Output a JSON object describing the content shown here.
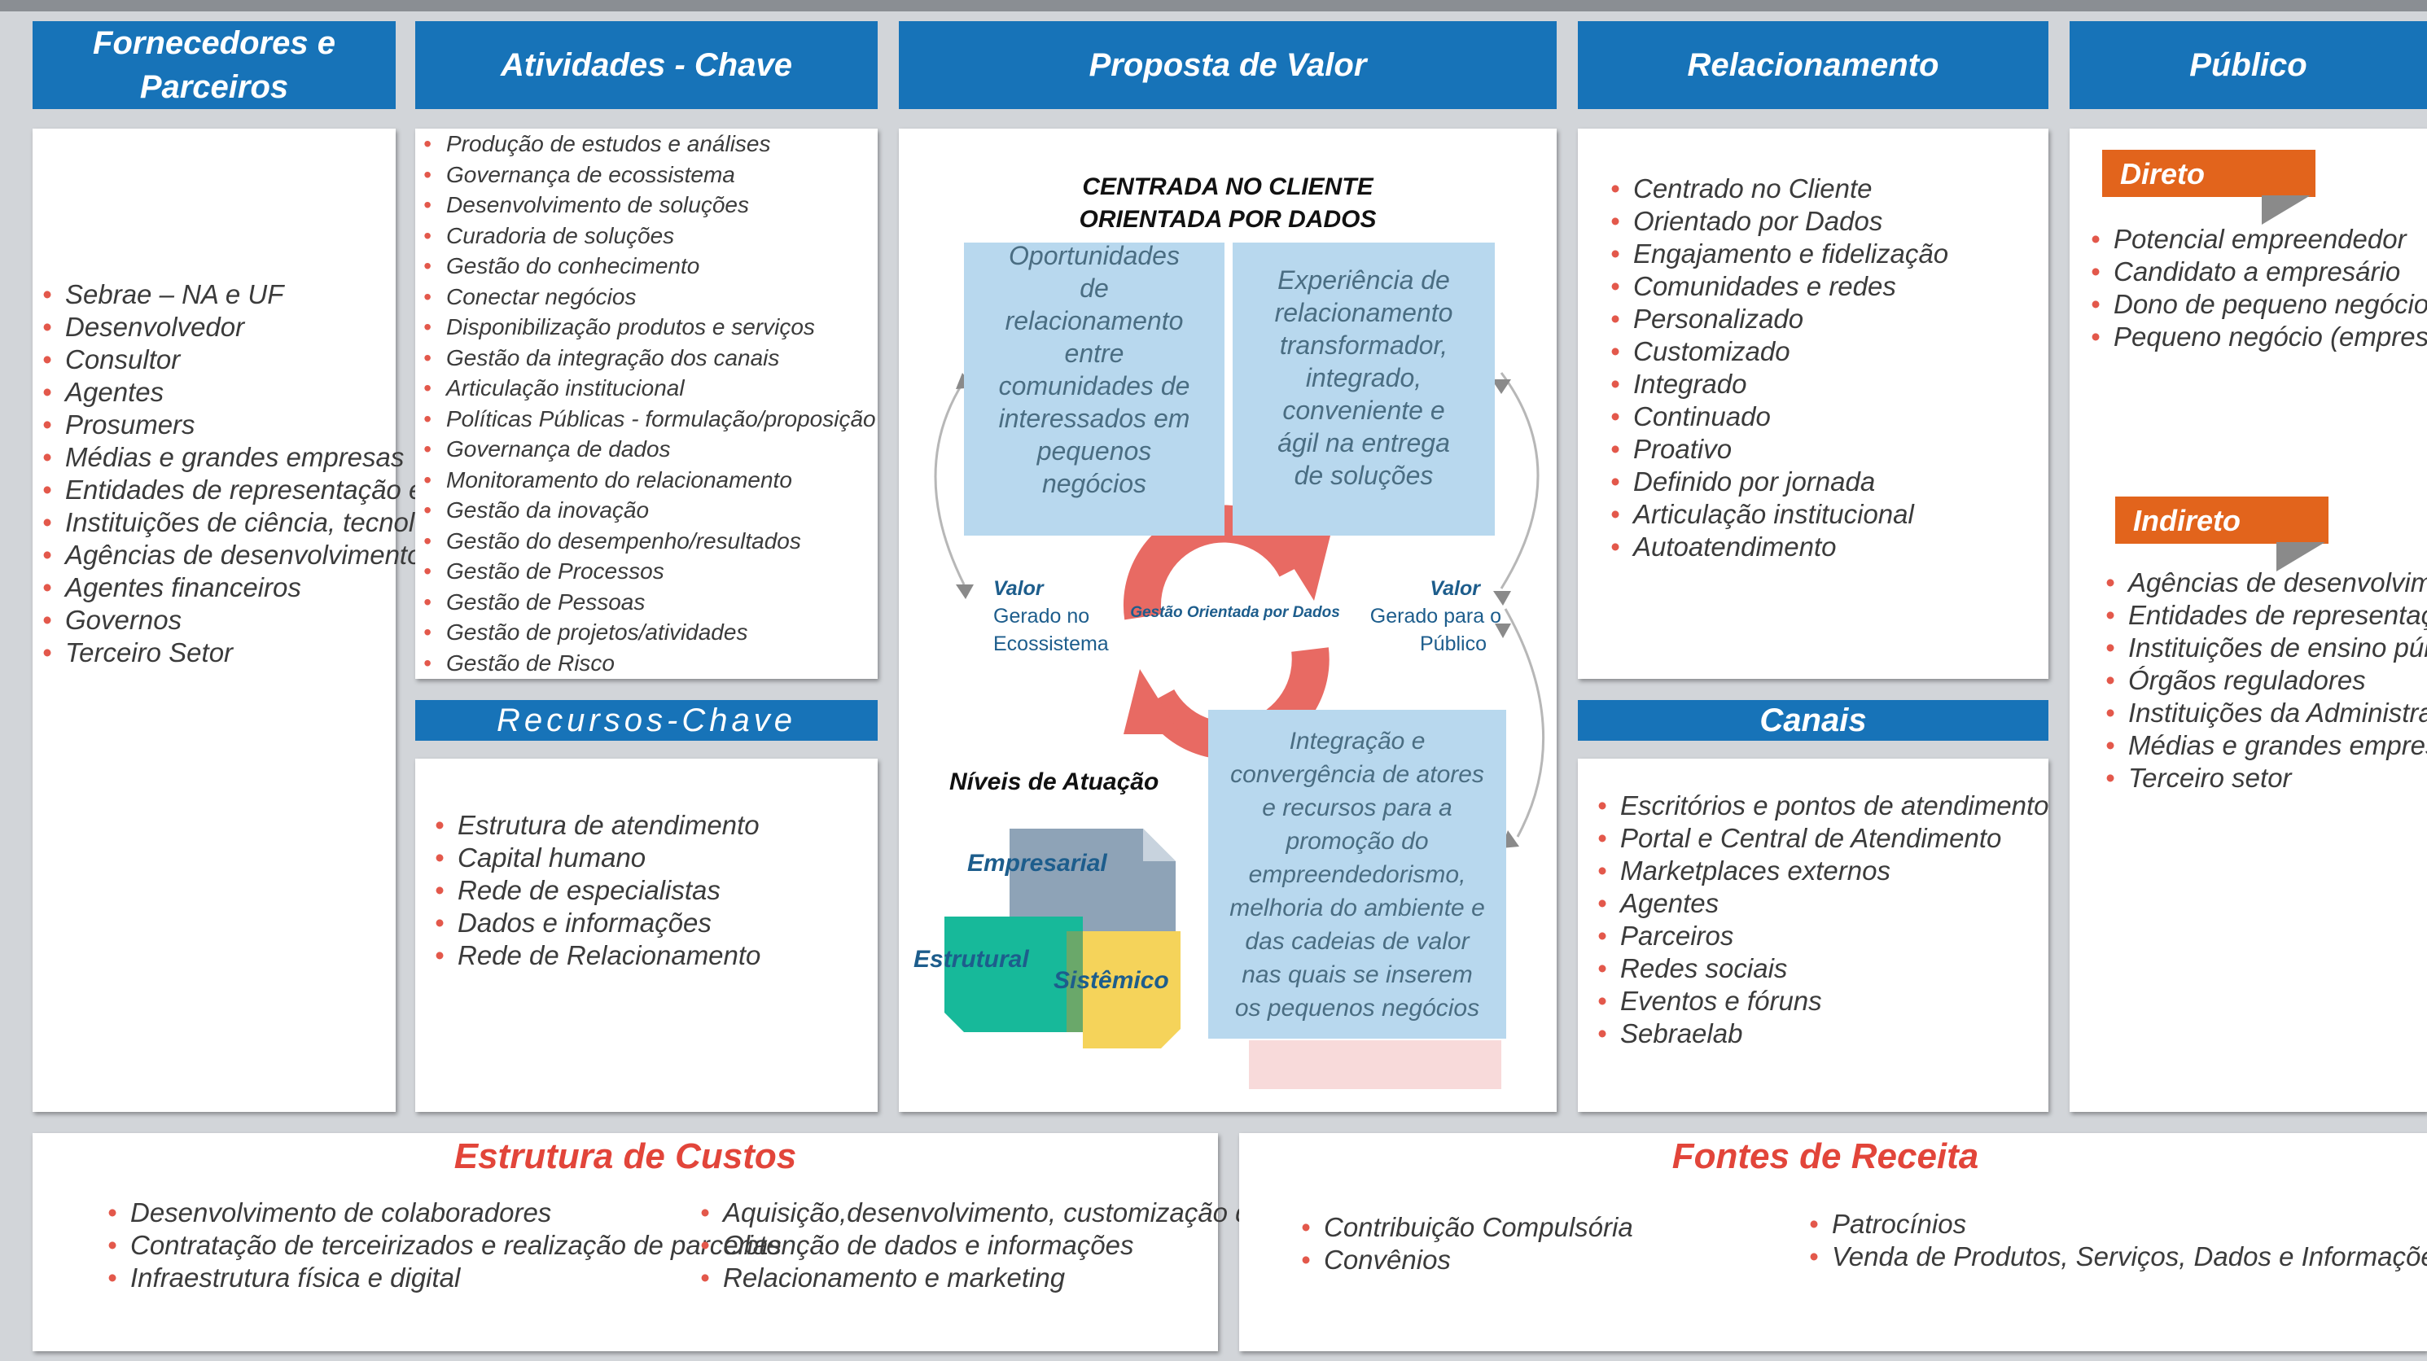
{
  "headers": {
    "fornecedores": [
      "Fornecedores e",
      "Parceiros"
    ],
    "atividades": "Atividades - Chave",
    "proposta": "Proposta de Valor",
    "relacionamento": "Relacionamento",
    "publico": "Público",
    "recursos": "Recursos-Chave",
    "canais": "Canais",
    "custos": "Estrutura de Custos",
    "receita": "Fontes de Receita"
  },
  "fornecedores_items": [
    "Sebrae – NA e UF",
    "Desenvolvedor",
    "Consultor",
    "Agentes",
    "Prosumers",
    "Médias e grandes empresas",
    "Entidades de representação e apoio empresarial",
    "Instituições de ciência, tecnologia, inovação e ensino",
    "Agências de desenvolvimento",
    "Agentes financeiros",
    "Governos",
    "Terceiro Setor"
  ],
  "atividades_items": [
    "Produção de estudos e análises",
    "Governança de ecossistema",
    "Desenvolvimento de soluções",
    "Curadoria de soluções",
    "Gestão do conhecimento",
    "Conectar negócios",
    "Disponibilização produtos e serviços",
    "Gestão da integração dos canais",
    "Articulação institucional",
    "Políticas Públicas - formulação/proposição",
    "Governança de dados",
    "Monitoramento do relacionamento",
    "Gestão da inovação",
    "Gestão do desempenho/resultados",
    "Gestão de Processos",
    "Gestão de Pessoas",
    "Gestão de projetos/atividades",
    "Gestão de Risco"
  ],
  "recursos_items": [
    "Estrutura de atendimento",
    "Capital humano",
    "Rede de especialistas",
    "Dados e informações",
    "Rede de Relacionamento"
  ],
  "proposta": {
    "centered_line1": "CENTRADA NO CLIENTE",
    "centered_line2": "ORIENTADA POR DADOS",
    "box_left": [
      "Oportunidades",
      "de",
      "relacionamento",
      "entre",
      "comunidades de",
      "interessados em",
      "pequenos",
      "negócios"
    ],
    "box_right": [
      "Experiência de",
      "relacionamento",
      "transformador,",
      "integrado,",
      "conveniente e",
      "ágil na entrega",
      "de soluções"
    ],
    "box_bottom": [
      "Integração e",
      "convergência de atores",
      "e recursos para a",
      "promoção do",
      "empreendedorismo,",
      "melhoria do ambiente e",
      "das cadeias de valor",
      "nas quais se inserem",
      "os pequenos negócios"
    ],
    "valor_left_label": "Valor",
    "valor_left_text": [
      "Gerado no",
      "Ecossistema"
    ],
    "valor_right_label": "Valor",
    "valor_right_text": [
      "Gerado para o",
      "Público"
    ],
    "cycle_label": "Gestão Orientada por Dados",
    "niveis_title": "Níveis de Atuação",
    "nivel_empresarial": "Empresarial",
    "nivel_estrutural": "Estrutural",
    "nivel_sistemico": "Sistêmico"
  },
  "relacionamento_items": [
    "Centrado no Cliente",
    "Orientado por Dados",
    "Engajamento e fidelização",
    "Comunidades e redes",
    "Personalizado",
    "Customizado",
    "Integrado",
    "Continuado",
    "Proativo",
    "Definido por jornada",
    "Articulação institucional",
    "Autoatendimento"
  ],
  "canais_items": [
    "Escritórios e pontos de atendimento",
    "Portal e Central de Atendimento",
    "Marketplaces externos",
    "Agentes",
    "Parceiros",
    "Redes sociais",
    "Eventos e fóruns",
    "Sebraelab"
  ],
  "publico": {
    "direto_label": "Direto",
    "direto_items": [
      "Potencial empreendedor",
      "Candidato a empresário",
      "Dono de pequeno negócio",
      "Pequeno negócio (empresas, artesãos e produtores rurais)"
    ],
    "indireto_label": "Indireto",
    "indireto_items": [
      "Agências de desenvolvimento",
      "Entidades de representação e apoio empresarial",
      "Instituições de ensino públicas e privadas",
      "Órgãos reguladores",
      "Instituições da Administração Públicas",
      "Médias e grandes empresas (empresas âncoras)",
      "Terceiro setor"
    ]
  },
  "custos_left": [
    "Desenvolvimento de colaboradores",
    "Contratação de terceirizados e realização de parcerias",
    "Infraestrutura física e digital"
  ],
  "custos_right": [
    "Aquisição,desenvolvimento, customização de produtos e serviços",
    "Obtenção de dados e informações",
    "Relacionamento e marketing"
  ],
  "receita_left": [
    "Contribuição Compulsória",
    "Convênios"
  ],
  "receita_right": [
    "Patrocínios",
    "Venda de Produtos, Serviços, Dados e Informações"
  ],
  "colors": {
    "header_blue": "#1773b8",
    "bullet_red": "#e3584b",
    "title_red": "#e2453a",
    "orange": "#e2641c",
    "light_blue_box": "#b8d8ee",
    "teal": "#17b99a",
    "yellow": "#f5d35a",
    "slate": "#8ea3b7"
  }
}
